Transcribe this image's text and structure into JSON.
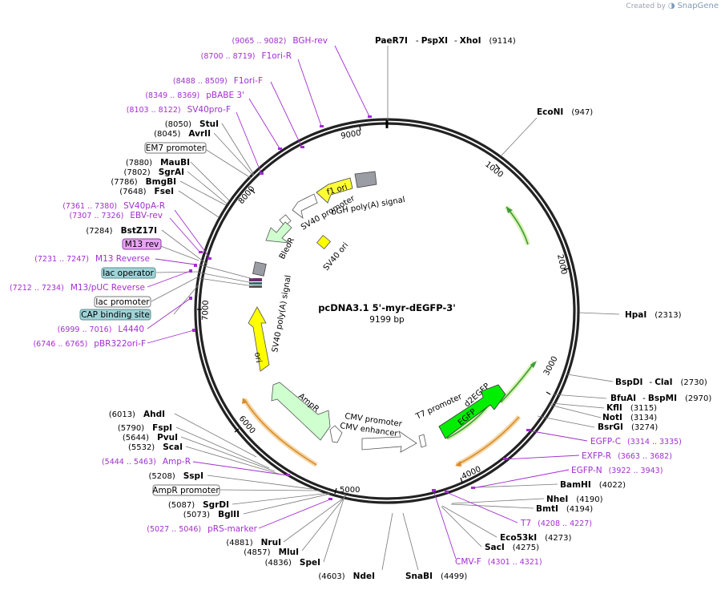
{
  "watermark": {
    "created_by": "Created by",
    "brand": "SnapGene"
  },
  "plasmid": {
    "name": "pcDNA3.1 5'-myr-dEGFP-3'",
    "length_label": "9199 bp",
    "length": 9199
  },
  "ticks": [
    "1000",
    "2000",
    "3000",
    "4000",
    "5000",
    "6000",
    "7000",
    "8000",
    "9000"
  ],
  "enzymes": [
    {
      "name": "PaeR7I",
      "sep": "-",
      "name2": "PspXI",
      "sep2": "-",
      "name3": "XhoI",
      "pos": "(9114)"
    },
    {
      "name": "EcoNI",
      "pos": "(947)"
    },
    {
      "name": "HpaI",
      "pos": "(2313)"
    },
    {
      "name": "BspDI",
      "sep": "-",
      "name2": "ClaI",
      "pos": "(2730)"
    },
    {
      "name": "BfuAI",
      "sep": "-",
      "name2": "BspMI",
      "pos": "(2970)"
    },
    {
      "name": "KflI",
      "pos": "(3115)"
    },
    {
      "name": "NotI",
      "pos": "(3134)"
    },
    {
      "name": "BsrGI",
      "pos": "(3274)"
    },
    {
      "name": "BamHI",
      "pos": "(4022)"
    },
    {
      "name": "NheI",
      "pos": "(4190)"
    },
    {
      "name": "BmtI",
      "pos": "(4194)"
    },
    {
      "name": "Eco53kI",
      "pos": "(4273)"
    },
    {
      "name": "SacI",
      "pos": "(4275)"
    },
    {
      "name": "SnaBI",
      "pos": "(4499)"
    },
    {
      "name": "NdeI",
      "pos": "(4603)"
    },
    {
      "name": "SpeI",
      "pos": "(4836)"
    },
    {
      "name": "MluI",
      "pos": "(4857)"
    },
    {
      "name": "NruI",
      "pos": "(4881)"
    },
    {
      "name": "BglII",
      "pos": "(5073)"
    },
    {
      "name": "SgrDI",
      "pos": "(5087)"
    },
    {
      "name": "SspI",
      "pos": "(5208)"
    },
    {
      "name": "ScaI",
      "pos": "(5532)"
    },
    {
      "name": "PvuI",
      "pos": "(5644)"
    },
    {
      "name": "FspI",
      "pos": "(5790)"
    },
    {
      "name": "AhdI",
      "pos": "(6013)"
    },
    {
      "name": "BstZ17I",
      "pos": "(7284)"
    },
    {
      "name": "FseI",
      "pos": "(7648)"
    },
    {
      "name": "BmgBI",
      "pos": "(7786)"
    },
    {
      "name": "SgrAI",
      "pos": "(7802)"
    },
    {
      "name": "MauBI",
      "pos": "(7880)"
    },
    {
      "name": "AvrII",
      "pos": "(8045)"
    },
    {
      "name": "StuI",
      "pos": "(8050)"
    }
  ],
  "primers": [
    {
      "name": "BGH-rev",
      "range": "(9065 .. 9082)"
    },
    {
      "name": "F1ori-R",
      "range": "(8700 .. 8719)"
    },
    {
      "name": "F1ori-F",
      "range": "(8488 .. 8509)"
    },
    {
      "name": "pBABE 3'",
      "range": "(8349 .. 8369)"
    },
    {
      "name": "SV40pro-F",
      "range": "(8103 .. 8122)"
    },
    {
      "name": "SV40pA-R",
      "range": "(7361 .. 7380)"
    },
    {
      "name": "EBV-rev",
      "range": "(7307 .. 7326)"
    },
    {
      "name": "M13 Reverse",
      "range": "(7231 .. 7247)"
    },
    {
      "name": "M13/pUC Reverse",
      "range": "(7212 .. 7234)"
    },
    {
      "name": "L4440",
      "range": "(6999 .. 7016)"
    },
    {
      "name": "pBR322ori-F",
      "range": "(6746 .. 6765)"
    },
    {
      "name": "Amp-R",
      "range": "(5444 .. 5463)"
    },
    {
      "name": "pRS-marker",
      "range": "(5027 .. 5046)"
    },
    {
      "name": "CMV-F",
      "range": "(4301 .. 4321)"
    },
    {
      "name": "T7",
      "range": "(4208 .. 4227)"
    },
    {
      "name": "EGFP-N",
      "range": "(3922 .. 3943)"
    },
    {
      "name": "EXFP-R",
      "range": "(3663 .. 3682)"
    },
    {
      "name": "EGFP-C",
      "range": "(3314 .. 3335)"
    }
  ],
  "boxed_labels": [
    {
      "name": "EM7 promoter",
      "style": "white"
    },
    {
      "name": "M13 rev",
      "style": "purple"
    },
    {
      "name": "lac operator",
      "style": "teal"
    },
    {
      "name": "lac promoter",
      "style": "white"
    },
    {
      "name": "CAP binding site",
      "style": "teal"
    },
    {
      "name": "AmpR promoter",
      "style": "white"
    }
  ],
  "features": [
    {
      "name": "f1 ori"
    },
    {
      "name": "SV40 promoter"
    },
    {
      "name": "bGH poly(A) signal"
    },
    {
      "name": "BleoR"
    },
    {
      "name": "SV40 ori"
    },
    {
      "name": "SV40 poly(A) signal"
    },
    {
      "name": "ori"
    },
    {
      "name": "AmpR"
    },
    {
      "name": "CMV promoter"
    },
    {
      "name": "CMV enhancer"
    },
    {
      "name": "T7 promoter"
    },
    {
      "name": "d2EGFP"
    },
    {
      "name": "EGFP"
    }
  ],
  "colors": {
    "primer": "#a32ed0",
    "ampr": "#cfffcf",
    "ori": "#ffff00",
    "egfp": "#00ee00",
    "teal": "#9fd3d8",
    "purple_box": "#e9a4f5",
    "gray": "#9a9da3",
    "arrow_green": "#3e9a3e",
    "arrow_orange": "#d98c2b"
  }
}
